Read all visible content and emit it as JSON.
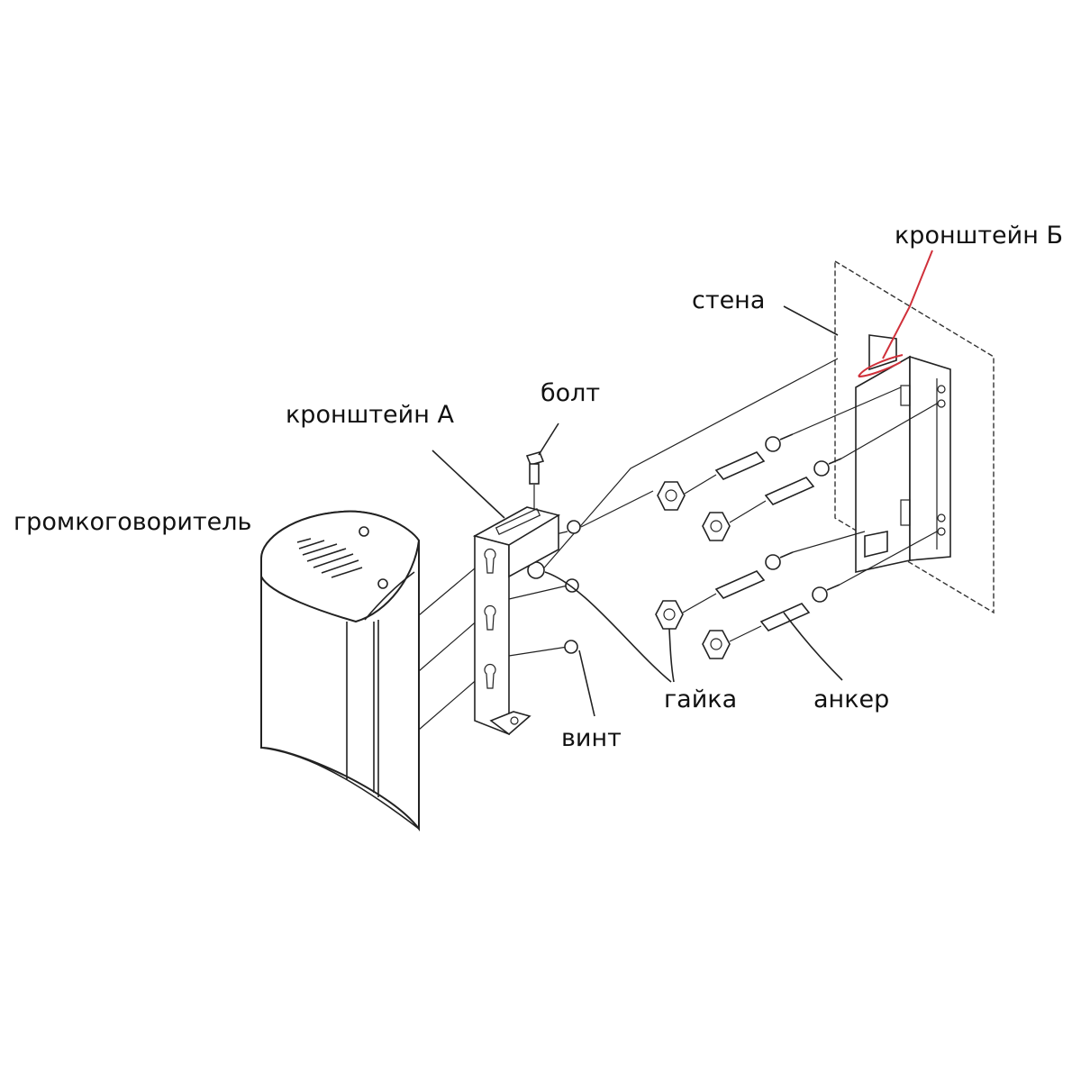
{
  "labels": {
    "speaker": "громкоговоритель",
    "bracket_a": "кронштейн А",
    "bolt": "болт",
    "screw": "винт",
    "nut": "гайка",
    "anchor": "анкер",
    "wall": "стена",
    "bracket_b": "кронштейн Б"
  },
  "colors": {
    "line": "#222222",
    "highlight": "#d0303a",
    "background": "#ffffff"
  }
}
